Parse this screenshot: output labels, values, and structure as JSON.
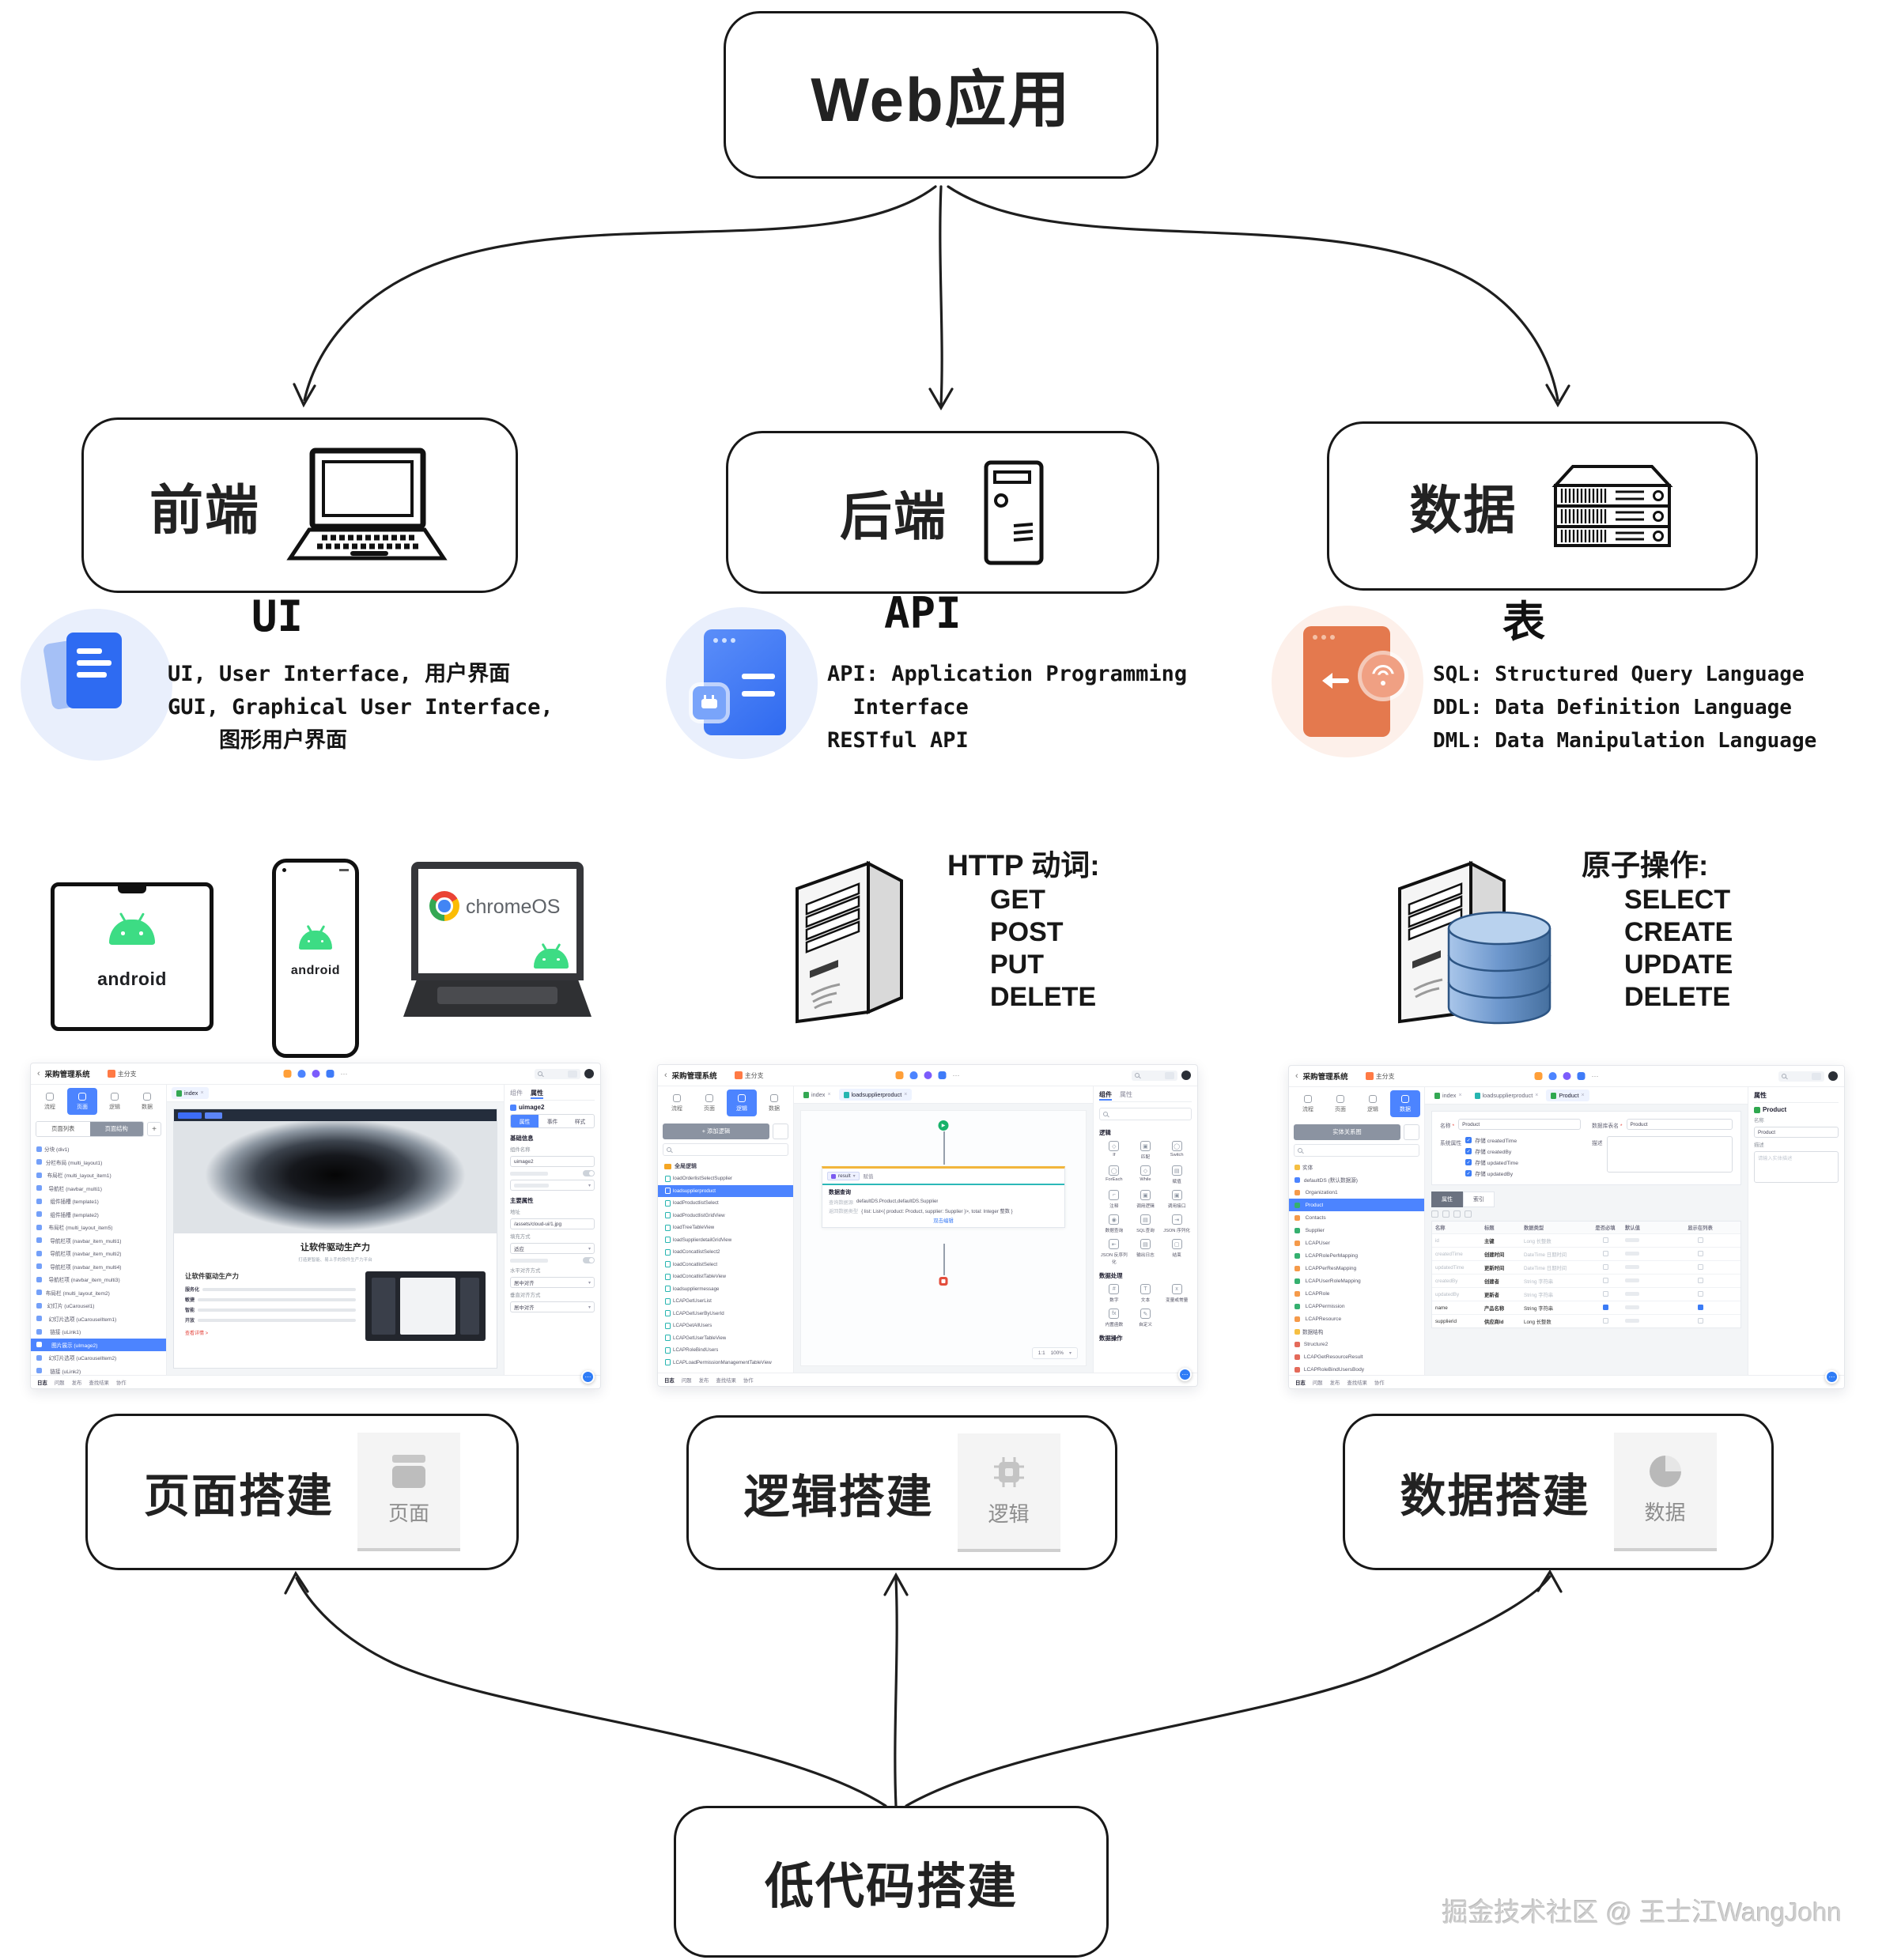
{
  "page": {
    "root_box": "Web应用",
    "bottom_box": "低代码搭建",
    "watermark": "掘金技术社区 @ 王士江WangJohn"
  },
  "branches": {
    "frontend": {
      "box": "前端",
      "title": "UI",
      "lines": [
        "UI, User Interface, 用户界面",
        "GUI, Graphical User Interface,",
        "    图形用户界面"
      ]
    },
    "backend": {
      "box": "后端",
      "title": "API",
      "lines": [
        "API: Application Programming",
        "  Interface",
        "RESTful API"
      ]
    },
    "database": {
      "box": "数据",
      "title": "表",
      "lines": [
        "SQL: Structured Query Language",
        "DDL: Data Definition Language",
        "DML: Data Manipulation Language"
      ]
    }
  },
  "devices": {
    "tablet_label": "android",
    "phone_label": "android",
    "chromebook_label": "chromeOS"
  },
  "http_block": {
    "title": "HTTP 动词:",
    "verbs": [
      "GET",
      "POST",
      "PUT",
      "DELETE"
    ]
  },
  "atomic_block": {
    "title": "原子操作:",
    "ops": [
      "SELECT",
      "CREATE",
      "UPDATE",
      "DELETE"
    ]
  },
  "build_boxes": {
    "page": {
      "label": "页面搭建",
      "tile": "页面"
    },
    "logic": {
      "label": "逻辑搭建",
      "tile": "逻辑"
    },
    "data": {
      "label": "数据搭建",
      "tile": "数据"
    }
  },
  "ide": {
    "app_title": "采购管理系统",
    "branch": "主分支",
    "rail_tabs": [
      "流程",
      "页面",
      "逻辑",
      "数据"
    ],
    "panel_tabs": [
      "组件",
      "属性"
    ],
    "status_tabs": [
      "日志",
      "问题",
      "发布",
      "查找结果",
      "协作"
    ]
  },
  "shot_page": {
    "toggles": [
      "页面列表",
      "页面结构"
    ],
    "doc_tab": "index",
    "tree": [
      "分块 (div1)",
      " 分栏布局 (multi_layout1)",
      "  布局栏 (multi_layout_item1)",
      "   导航栏 (navbar_multi1)",
      "    组件插槽 (template1)",
      "    组件插槽 (template2)",
      "   布局栏 (multi_layout_item5)",
      "    导航栏项 (navbar_item_multi1)",
      "    导航栏项 (navbar_item_multi2)",
      "    导航栏项 (navbar_item_multi4)",
      "   导航栏项 (navbar_item_multi3)",
      " 布局栏 (multi_layout_item2)",
      "  幻灯片 (uCarousel1)",
      "   幻灯片选项 (uCarouselItem1)",
      "    链接 (uLink1)",
      "     图片展示 (uImage2)",
      "   幻灯片选项 (uCarouselItem2)",
      "    链接 (uLink2)"
    ],
    "selected_tree_index": 15,
    "canvas": {
      "hero_title": "让软件驱动生产力",
      "hero_sub": "打造更智能、易上手的软件生产力平台",
      "section_title": "让软件驱动生产力",
      "features": [
        "服务化",
        "敏捷",
        "智能",
        "开放"
      ],
      "link": "查看详情 >"
    },
    "props": {
      "component": "uimage2",
      "seg": [
        "属性",
        "事件",
        "样式"
      ],
      "sec1": "基础信息",
      "name_label": "组件名称",
      "name_value": "uimage2",
      "sec2": "主要属性",
      "addr_label": "地址",
      "addr_value": "/assets/cloud-ui/1.jpg",
      "fill_label": "填充方式",
      "fill_value": "适应",
      "h_label": "水平对齐方式",
      "h_value": "居中对齐",
      "v_label": "垂直对齐方式",
      "v_value": "居中对齐"
    }
  },
  "shot_logic": {
    "add_btn": "+ 添加逻辑",
    "group": "全局逻辑",
    "list": [
      "loadOrderlistSelectSupplier",
      "loadsupplierproduct",
      "loadProductlistSelect",
      "loadProductlistGridView",
      "loadTreeTableView",
      "loadSupplierdetailGridView",
      "loadConcatlistSelect2",
      "loadConcatlistSelect",
      "loadConcatlistTableView",
      "loadsuppliermessage",
      "LCAPGetUserList",
      "LCAPGetUserByUserId",
      "LCAPGetAllUsers",
      "LCAPGetUserTableView",
      "LCAPRoleBindUsers",
      "LCAPLoadPermissionManagementTableView"
    ],
    "selected_index": 1,
    "tab1": "index",
    "tab2": "loadsupplierproduct",
    "node": {
      "chip": "result",
      "assign": "赋值",
      "title": "数据查询",
      "src_label": "查询数据源",
      "src_value": "defaultDS.Product,defaultDS.Supplier",
      "ret_label": "返回数据类型",
      "ret_value": "{ list: List<{ product: Product, supplier: Supplier }>, total: Integer 整数 }",
      "link": "双击编辑"
    },
    "zoom_fit": "1:1",
    "zoom_pct": "100%",
    "palette_sec1": "逻辑",
    "palette1": [
      {
        "g": "◇",
        "t": "If"
      },
      {
        "g": "▣",
        "t": "匹配"
      },
      {
        "g": "◯",
        "t": "Switch"
      },
      {
        "g": "◯",
        "t": "ForEach"
      },
      {
        "g": "◇",
        "t": "While"
      },
      {
        "g": "▤",
        "t": "赋值"
      },
      {
        "g": "⌐",
        "t": "注释"
      },
      {
        "g": "▣",
        "t": "调用逻辑"
      },
      {
        "g": "▣",
        "t": "调用接口"
      },
      {
        "g": "◉",
        "t": "数据查询"
      },
      {
        "g": "▤",
        "t": "SQL查询"
      },
      {
        "g": "⇥",
        "t": "JSON 序列化"
      },
      {
        "g": "⇤",
        "t": "JSON 反序列化"
      },
      {
        "g": "▤",
        "t": "输出日志"
      },
      {
        "g": "▢",
        "t": "结束"
      }
    ],
    "palette_sec2": "数据处理",
    "palette2": [
      {
        "g": "#",
        "t": "数字"
      },
      {
        "g": "T",
        "t": "文本"
      },
      {
        "g": "x",
        "t": "变量或常量"
      },
      {
        "g": "fx",
        "t": "内置函数"
      },
      {
        "g": "✎",
        "t": "自定义"
      }
    ],
    "palette_sec3": "数据操作"
  },
  "shot_data": {
    "er_btn": "实体关系图",
    "tree": [
      {
        "t": "实体",
        "cls": "folder"
      },
      {
        "t": " defaultDS (默认数据源)",
        "cls": "ds"
      },
      {
        "t": "  Organization1",
        "cls": "ent-o"
      },
      {
        "t": "  Product",
        "cls": "ent-g"
      },
      {
        "t": "  Contacts",
        "cls": "ent-o"
      },
      {
        "t": "  Supplier",
        "cls": "ent-g"
      },
      {
        "t": "  LCAPUser",
        "cls": "ent-o"
      },
      {
        "t": "  LCAPRolePerMapping",
        "cls": "ent-g"
      },
      {
        "t": "  LCAPPerResMapping",
        "cls": "ent-o"
      },
      {
        "t": "  LCAPUserRoleMapping",
        "cls": "ent-g"
      },
      {
        "t": "  LCAPRole",
        "cls": "ent-o"
      },
      {
        "t": "  LCAPPermission",
        "cls": "ent-g"
      },
      {
        "t": "  LCAPResource",
        "cls": "ent-o"
      },
      {
        "t": "数据结构",
        "cls": "folder"
      },
      {
        "t": " Structure2",
        "cls": "struct"
      },
      {
        "t": " LCAPGetResourceResult",
        "cls": "struct"
      },
      {
        "t": " LCAPRoleBindUsersBody",
        "cls": "struct"
      }
    ],
    "selected_tree_index": 3,
    "tab1": "index",
    "tab2": "loadsupplierproduct",
    "tab3": "Product",
    "form": {
      "name_label": "名称",
      "name_value": "Product",
      "table_label": "数据库表名",
      "table_value": "Product",
      "sys_label": "系统属性",
      "checks": [
        "存储 createdTime",
        "存储 createdBy",
        "存储 updatedTime",
        "存储 updatedBy"
      ],
      "desc_label": "描述"
    },
    "tabs2": [
      "属性",
      "索引"
    ],
    "table_headers": [
      "名称",
      "标题",
      "数据类型",
      "是否必填",
      "默认值",
      "显示在列表"
    ],
    "rows": [
      {
        "n": "id",
        "t": "主键",
        "y": "Long 长整数",
        "cls": "sys"
      },
      {
        "n": "createdTime",
        "t": "创建时间",
        "y": "DateTime 日期时间",
        "cls": "sys"
      },
      {
        "n": "updatedTime",
        "t": "更新时间",
        "y": "DateTime 日期时间",
        "cls": "sys"
      },
      {
        "n": "createdBy",
        "t": "创建者",
        "y": "String 字符串",
        "cls": "sys"
      },
      {
        "n": "updatedBy",
        "t": "更新者",
        "y": "String 字符串",
        "cls": "sys"
      },
      {
        "n": "name",
        "t": "产品名称",
        "y": "String 字符串",
        "cls": "chk"
      },
      {
        "n": "supplierid",
        "t": "供应商Id",
        "y": "Long 长整数"
      }
    ],
    "panel": {
      "title": "属性",
      "entity": "Product",
      "name_label": "名称",
      "name_value": "Product",
      "desc_label": "描述",
      "desc_placeholder": "请输入实体描述"
    }
  }
}
